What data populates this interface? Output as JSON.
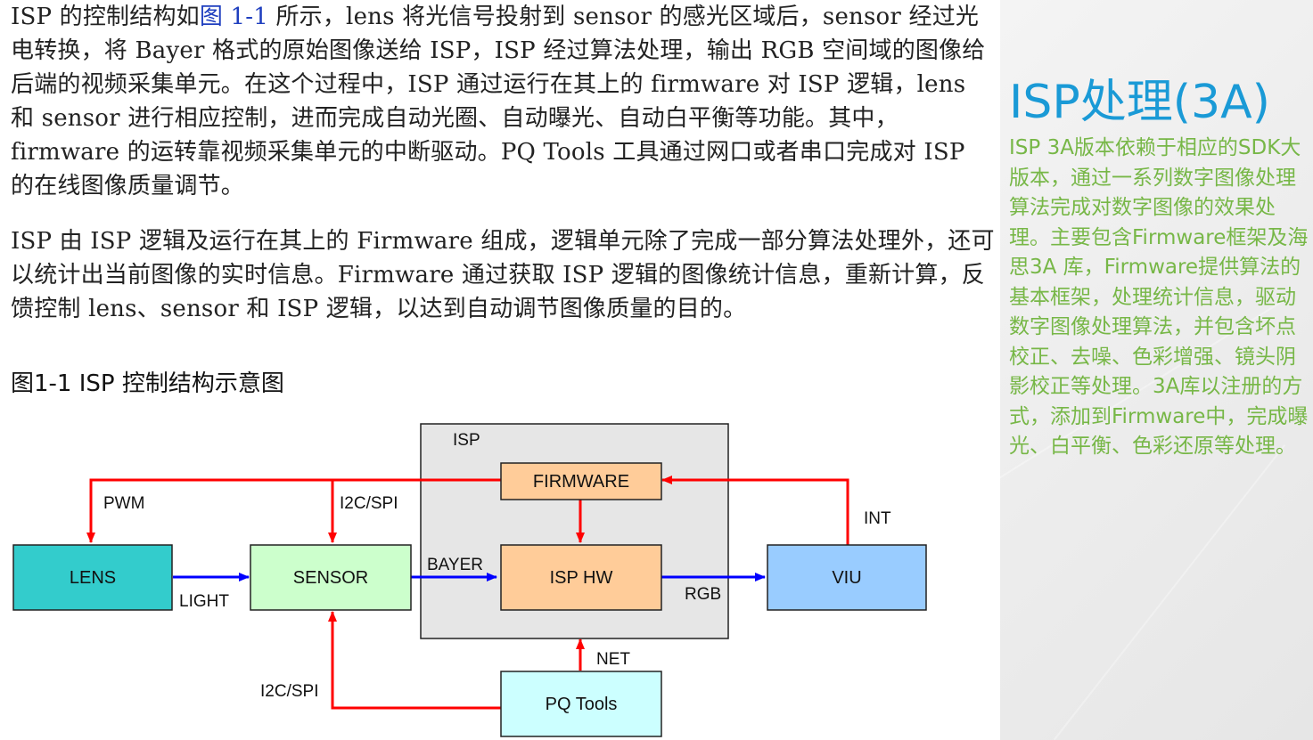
{
  "document": {
    "para1": {
      "before_link": "ISP 的控制结构如",
      "link": "图 1-1",
      "after_link": " 所示，lens 将光信号投射到 sensor 的感光区域后，sensor 经过光电转换，将 Bayer 格式的原始图像送给 ISP，ISP 经过算法处理，输出 RGB 空间域的图像给后端的视频采集单元。在这个过程中，ISP 通过运行在其上的 firmware 对 ISP 逻辑，lens 和 sensor 进行相应控制，进而完成自动光圈、自动曝光、自动白平衡等功能。其中，firmware 的运转靠视频采集单元的中断驱动。PQ Tools 工具通过网口或者串口完成对 ISP 的在线图像质量调节。"
    },
    "para2": "ISP 由 ISP 逻辑及运行在其上的 Firmware 组成，逻辑单元除了完成一部分算法处理外，还可以统计出当前图像的实时信息。Firmware 通过获取 ISP 逻辑的图像统计信息，重新计算，反馈控制 lens、sensor 和 ISP 逻辑，以达到自动调节图像质量的目的。",
    "figure_caption": "图1-1  ISP 控制结构示意图"
  },
  "diagram": {
    "container_label": "ISP",
    "nodes": {
      "lens": "LENS",
      "sensor": "SENSOR",
      "firmware": "FIRMWARE",
      "isp_hw": "ISP HW",
      "viu": "VIU",
      "pq_tools": "PQ Tools"
    },
    "edge_labels": {
      "pwm": "PWM",
      "i2c_spi_top": "I2C/SPI",
      "light": "LIGHT",
      "bayer": "BAYER",
      "rgb": "RGB",
      "int": "INT",
      "net": "NET",
      "i2c_spi_bottom": "I2C/SPI"
    },
    "colors": {
      "lens_fill": "#33cccc",
      "sensor_fill": "#ccffcc",
      "firmware_fill": "#ffcc99",
      "isp_hw_fill": "#ffcc99",
      "viu_fill": "#99ccff",
      "pq_tools_fill": "#ccffff",
      "container_fill": "#e6e6e6",
      "control_arrow": "#ff0000",
      "data_arrow": "#0000ff"
    }
  },
  "side_panel": {
    "title": "ISP处理(3A)",
    "body": "ISP 3A版本依赖于相应的SDK大版本，通过一系列数字图像处理算法完成对数字图像的效果处理。主要包含Firmware框架及海思3A 库，Firmware提供算法的基本框架，处理统计信息，驱动数字图像处理算法，并包含坏点校正、去噪、色彩增强、镜头阴影校正等处理。3A库以注册的方式，添加到Firmware中，完成曝光、白平衡、色彩还原等处理。",
    "title_color": "#1a9ad6",
    "body_color": "#77b747"
  }
}
